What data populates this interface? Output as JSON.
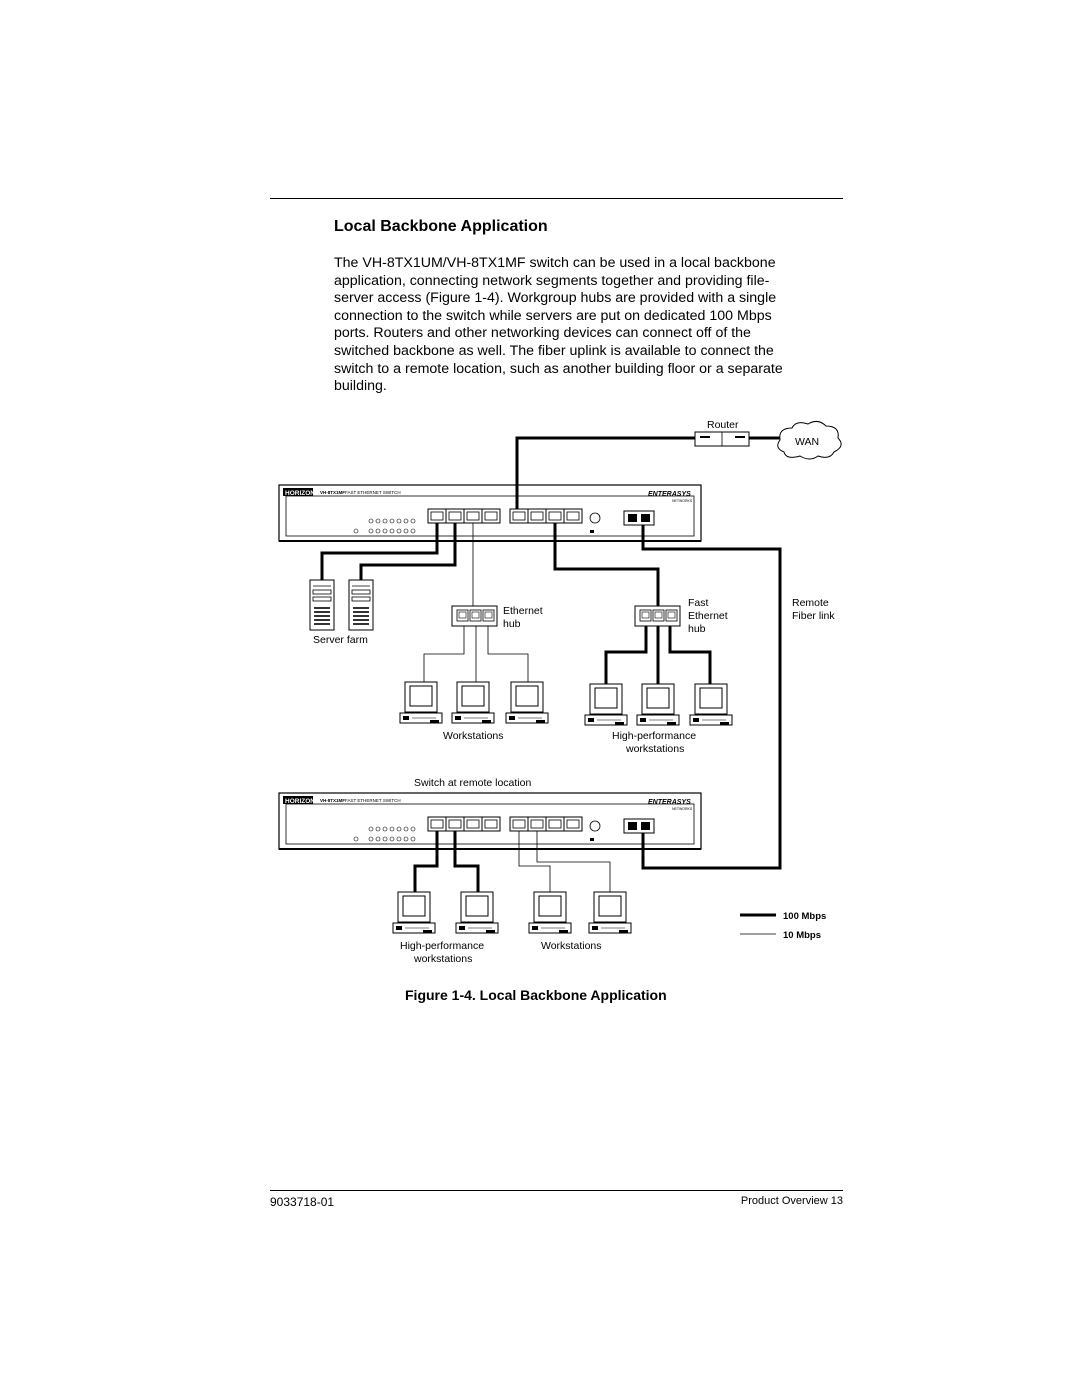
{
  "section_title": "Local Backbone Application",
  "body_lines": [
    "The VH-8TX1UM/VH-8TX1MF switch can be used in a local backbone",
    "application, connecting network segments together and providing file-",
    "server access (Figure 1-4). Workgroup hubs are provided with a single",
    "connection to the switch while servers are put on dedicated 100 Mbps",
    "ports. Routers and other networking devices can connect off of the",
    "switched backbone as well. The fiber uplink is available to connect the",
    "switch to a remote location, such as another building floor or a separate",
    "building."
  ],
  "diagram": {
    "router_label": "Router",
    "wan_label": "WAN",
    "switch_brand": "HORIZON",
    "switch_model": "VH-8TX1MF",
    "switch_type": "FAST ETHERNET SWITCH",
    "vendor_logo": "ENTERASYS",
    "vendor_sub": "NETWORKS",
    "server_farm_label": "Server farm",
    "ethernet_hub_label_1": "Ethernet",
    "ethernet_hub_label_2": "hub",
    "fast_hub_label_1": "Fast",
    "fast_hub_label_2": "Ethernet",
    "fast_hub_label_3": "hub",
    "remote_label_1": "Remote",
    "remote_label_2": "Fiber link",
    "workstations_label": "Workstations",
    "hp_workstations_label_1": "High-performance",
    "hp_workstations_label_2": "workstations",
    "remote_switch_label": "Switch at remote location",
    "remote_hp_label_1": "High-performance",
    "remote_hp_label_2": "workstations",
    "remote_ws_label": "Workstations",
    "legend_100": "100 Mbps",
    "legend_10": "10 Mbps"
  },
  "figure_caption": "Figure 1-4.  Local Backbone Application",
  "footer": {
    "doc_number": "9033718-01",
    "page_label": "Product Overview  13"
  }
}
